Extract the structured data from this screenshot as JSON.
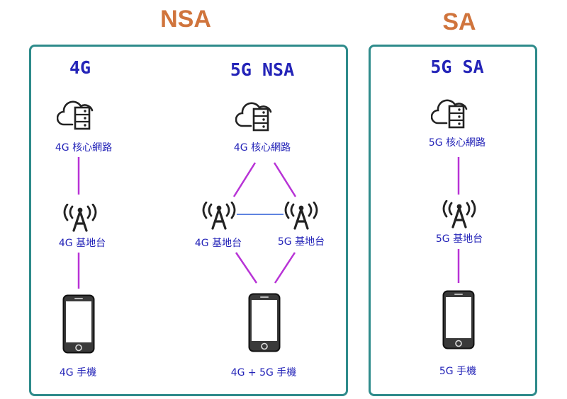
{
  "groups": {
    "nsa": {
      "title": "NSA"
    },
    "sa": {
      "title": "SA"
    }
  },
  "sections": {
    "lte": {
      "title": "4G",
      "core_label": "4G 核心網路",
      "station_label": "4G 基地台",
      "phone_label": "4G 手機"
    },
    "nsa5g": {
      "title": "5G NSA",
      "core_label": "4G 核心網路",
      "station_4g_label": "4G 基地台",
      "station_5g_label": "5G 基地台",
      "phone_label": "4G + 5G 手機"
    },
    "sa5g": {
      "title": "5G SA",
      "core_label": "5G 核心網路",
      "station_label": "5G 基地台",
      "phone_label": "5G 手機"
    }
  },
  "colors": {
    "group_title": "#d0743c",
    "panel_border": "#2e8b8b",
    "label_text": "#2424b8",
    "link_purple": "#b833d6",
    "link_blue": "#2a5bd6",
    "icon": "#222222"
  }
}
